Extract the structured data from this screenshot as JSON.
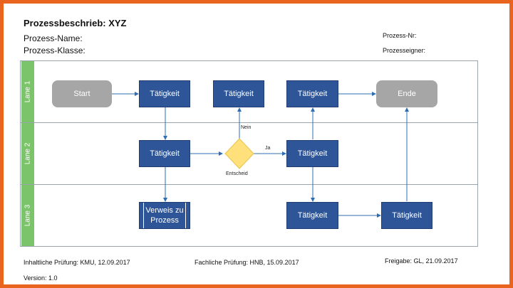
{
  "header": {
    "title": "Prozessbeschrieb: XYZ",
    "process_name_label": "Prozess-Name:",
    "process_class_label": "Prozess-Klasse:",
    "process_nr_label": "Prozess-Nr:",
    "process_owner_label": "Prozesseigner:"
  },
  "lanes": [
    "Lane 1",
    "Lane 2",
    "Lane 3"
  ],
  "nodes": {
    "start": "Start",
    "task_l1_a": "Tätigkeit",
    "task_l1_b": "Tätigkeit",
    "task_l1_c": "Tätigkeit",
    "end": "Ende",
    "task_l2_a": "Tätigkeit",
    "task_l2_b": "Tätigkeit",
    "reference": "Verweis zu Prozess",
    "task_l3_a": "Tätigkeit",
    "task_l3_b": "Tätigkeit"
  },
  "decision": {
    "label": "Entscheid",
    "no_label": "Nein",
    "yes_label": "Ja"
  },
  "colors": {
    "task": "#2e5597",
    "terminal": "#a6a6a6",
    "decision": "#ffe07a",
    "lane_label": "#7cc46a",
    "frame": "#e8641f"
  },
  "footer": {
    "content_review": "Inhaltliche Prüfung: KMU, 12.09.2017",
    "technical_review": "Fachliche Prüfung: HNB, 15.09.2017",
    "release": "Freigabe: GL, 21.09.2017",
    "version": "Version: 1.0"
  }
}
